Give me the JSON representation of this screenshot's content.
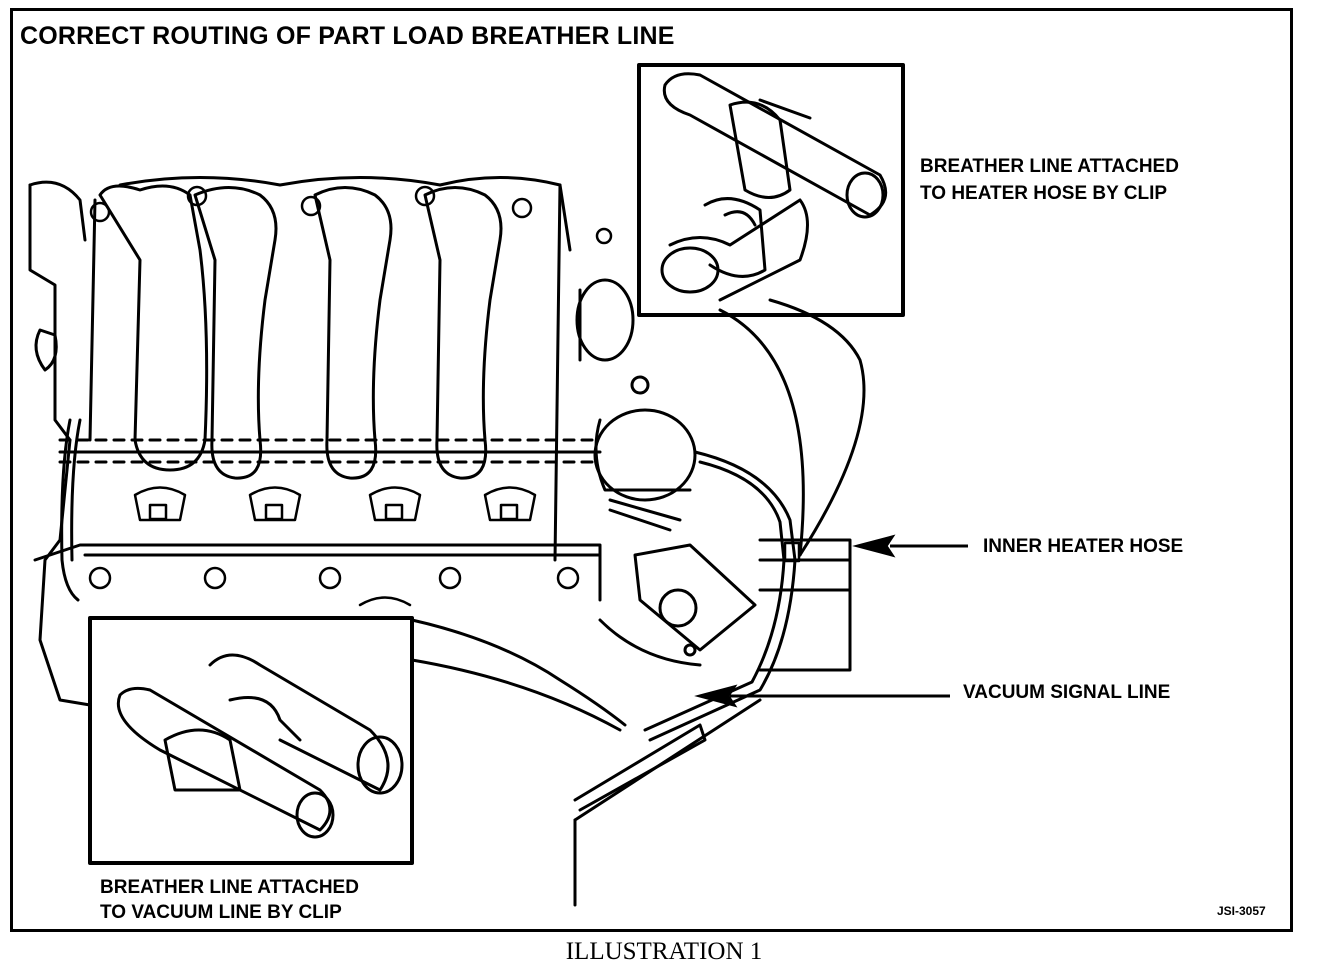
{
  "title": "CORRECT ROUTING OF PART LOAD BREATHER LINE",
  "labels": {
    "heater_clip_line1": "BREATHER LINE ATTACHED",
    "heater_clip_line2": "TO HEATER HOSE BY CLIP",
    "inner_heater_hose": "INNER HEATER HOSE",
    "vacuum_signal_line": "VACUUM SIGNAL LINE",
    "vacuum_clip_line1": "BREATHER LINE ATTACHED",
    "vacuum_clip_line2": "TO VACUUM LINE BY CLIP"
  },
  "reference": "JSI-3057",
  "caption": "ILLUSTRATION 1",
  "colors": {
    "ink": "#000000",
    "paper": "#ffffff"
  }
}
